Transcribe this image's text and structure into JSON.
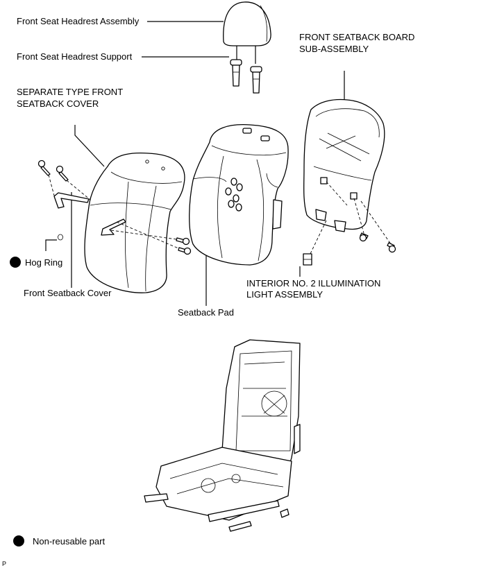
{
  "labels": {
    "headrest_assembly": "Front Seat Headrest Assembly",
    "headrest_support": "Front Seat Headrest Support",
    "seatback_board_line1": "FRONT SEATBACK BOARD",
    "seatback_board_line2": "SUB-ASSEMBLY",
    "separate_cover_line1": "SEPARATE TYPE FRONT",
    "separate_cover_line2": "SEATBACK COVER",
    "hog_ring": "Hog Ring",
    "seatback_cover": "Front Seatback Cover",
    "seatback_pad": "Seatback Pad",
    "illumination_line1": "INTERIOR NO. 2 ILLUMINATION",
    "illumination_line2": "LIGHT ASSEMBLY"
  },
  "legend": {
    "symbol": "filled-circle",
    "text": "Non-reusable part"
  },
  "footer_code": "P"
}
